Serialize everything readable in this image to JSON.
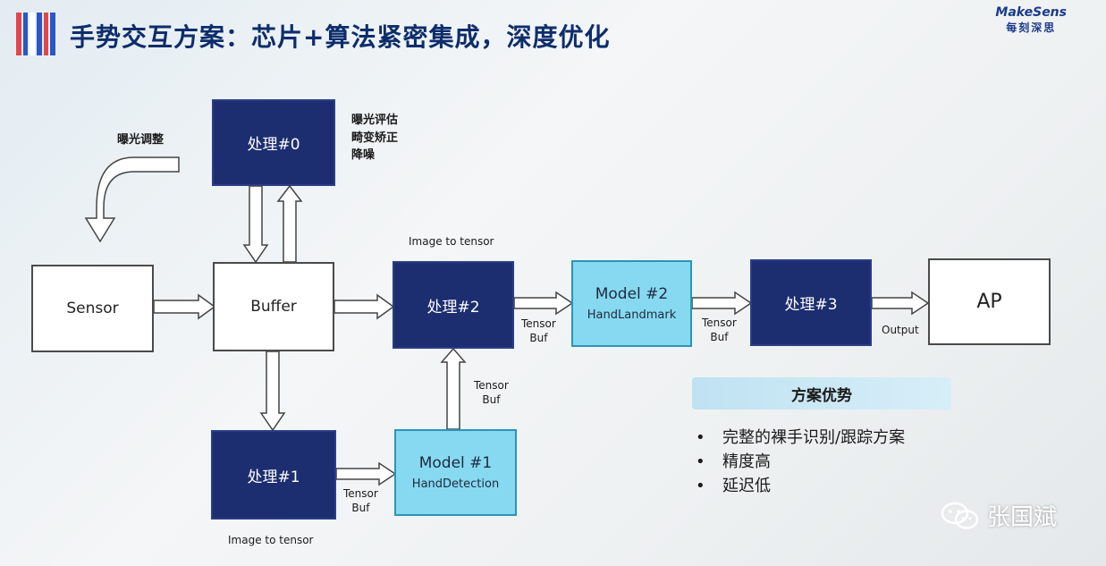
{
  "slide": {
    "title": "手势交互方案：芯片+算法紧密集成，深度优化",
    "brand_en": "MakeSens",
    "brand_cn": "每刻深思",
    "stripe_colors": [
      "#e0474c",
      "#2a56c6",
      "#ffffff",
      "#2a56c6",
      "#e0474c",
      "#2a56c6"
    ]
  },
  "diagram": {
    "nodes": {
      "proc0": "处理#0",
      "sensor": "Sensor",
      "buffer": "Buffer",
      "proc1": "处理#1",
      "proc2": "处理#2",
      "model1_main": "Model #1",
      "model1_sub": "HandDetection",
      "model2_main": "Model #2",
      "model2_sub": "HandLandmark",
      "proc3": "处理#3",
      "ap": "AP"
    },
    "labels": {
      "exposure_adjust": "曝光调整",
      "proc0_notes": [
        "曝光评估",
        "畸变矫正",
        "降噪"
      ],
      "image_to_tensor_top": "Image to tensor",
      "image_to_tensor_bottom": "Image to tensor",
      "tensor_buf": "Tensor",
      "buf": "Buf",
      "output": "Output"
    },
    "colors": {
      "dark_box": "#1c2e70",
      "cyan_box": "#86d9f0",
      "title": "#0d2d6b"
    }
  },
  "advantages": {
    "heading": "方案优势",
    "items": [
      "完整的裸手识别/跟踪方案",
      "精度高",
      "延迟低"
    ]
  },
  "watermark": {
    "icon": "wechat-icon",
    "text": "张国斌"
  }
}
